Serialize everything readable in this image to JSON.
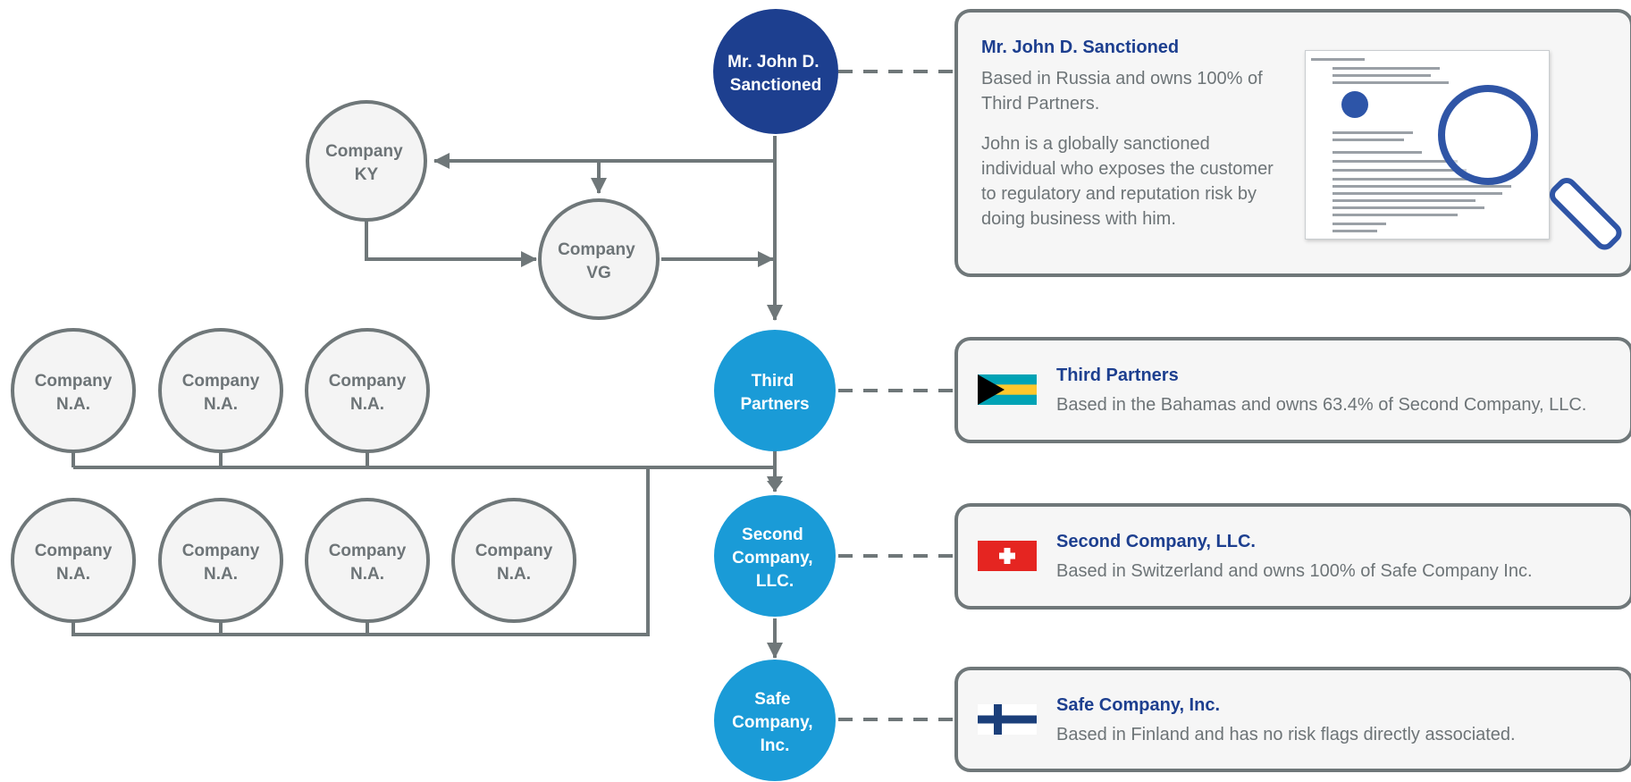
{
  "nodes": {
    "john": "Mr. John D. Sanctioned",
    "company_ky": "Company KY",
    "company_vg": "Company VG",
    "third_partners": "Third Partners",
    "second_company": "Second Company, LLC.",
    "safe_company": "Safe Company, Inc.",
    "company_na": "Company N.A."
  },
  "cards": {
    "john": {
      "title": "Mr. John D. Sanctioned",
      "p1": "Based in Russia and owns 100% of Third Partners.",
      "p2": "John is a globally sanctioned individual who exposes the customer to regulatory and reputation risk by doing business with him."
    },
    "third_partners": {
      "title": "Third Partners",
      "text": "Based in the Bahamas and owns 63.4% of Second Company, LLC.",
      "flag": "bahamas-flag"
    },
    "second_company": {
      "title": "Second Company, LLC.",
      "text": "Based in Switzerland and owns 100% of Safe Company Inc.",
      "flag": "switzerland-flag"
    },
    "safe_company": {
      "title": "Safe Company, Inc.",
      "text": "Based in Finland and has no risk flags directly associated.",
      "flag": "finland-flag"
    }
  },
  "colors": {
    "dark_blue": "#1d3f8f",
    "light_blue": "#1a9bd7",
    "gray_line": "#6f7779",
    "gray_fill": "#f4f4f4",
    "text_gray": "#6d7477"
  }
}
